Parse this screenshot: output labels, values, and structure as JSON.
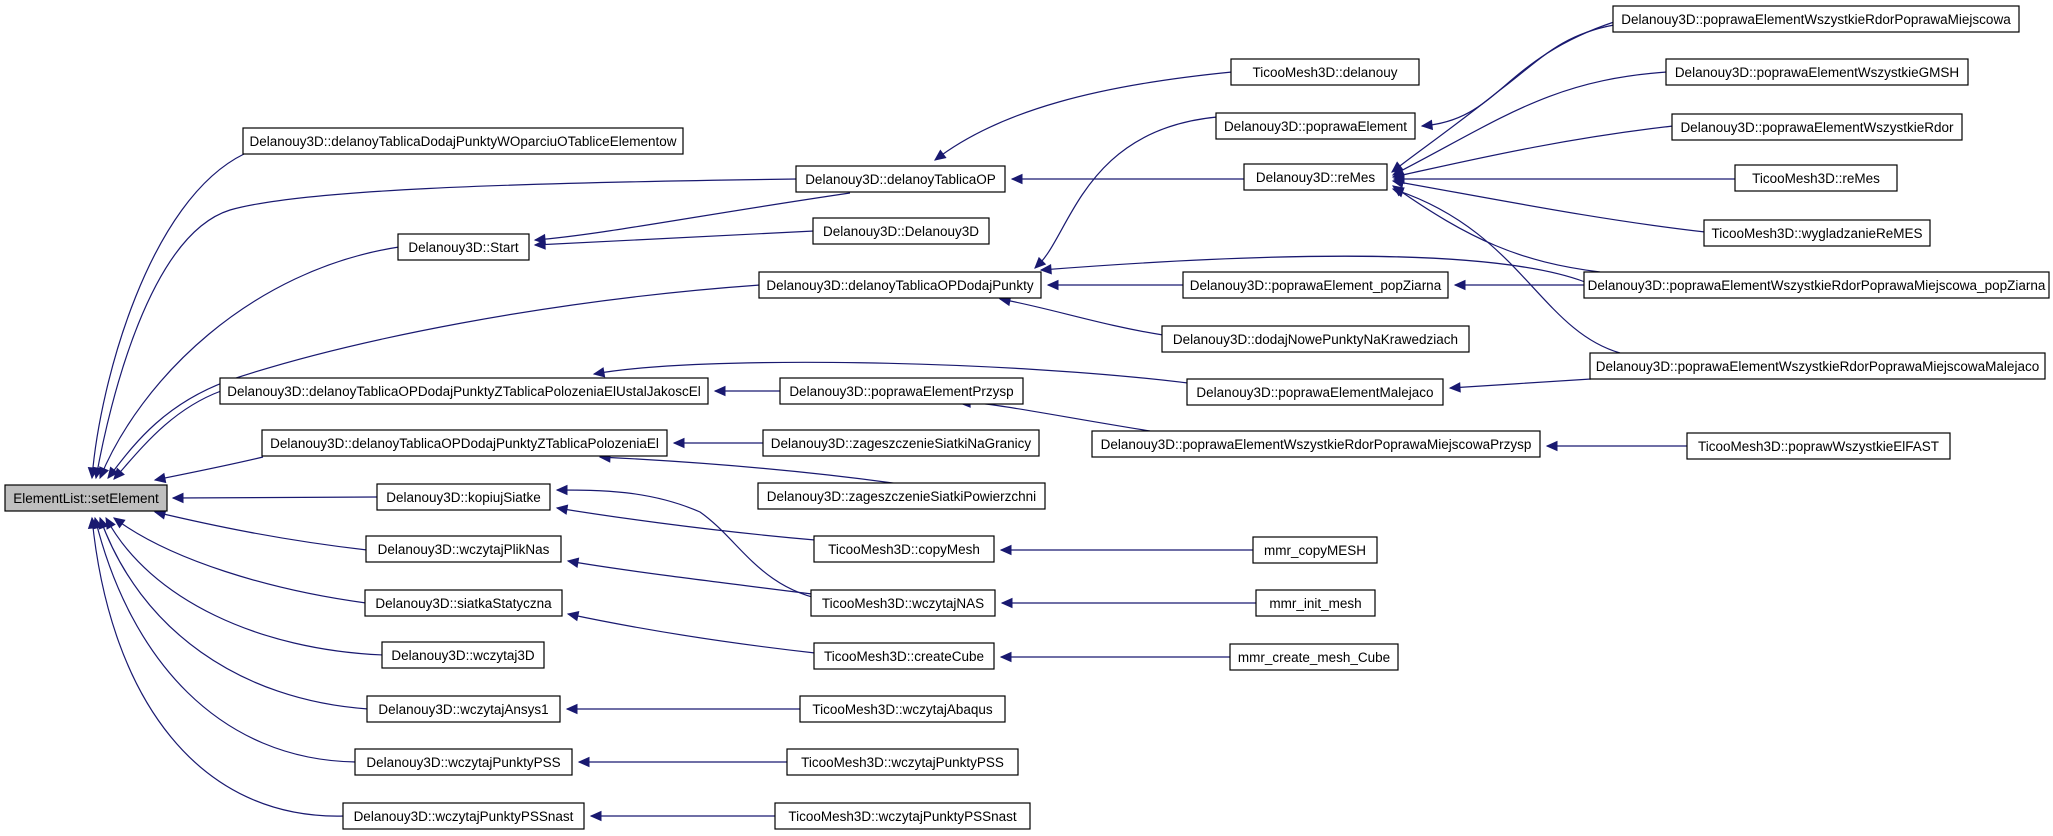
{
  "diagram": {
    "type": "call-graph",
    "edge_color": "#191970",
    "root_fill": "#bfbfbf",
    "nodes": [
      {
        "id": "root",
        "label": "ElementList::setElement",
        "root": true
      },
      {
        "id": "n_dtdodajOparciu",
        "label": "Delanouy3D::delanoyTablicaDodajPunktyWOparciuOTabliceElementow"
      },
      {
        "id": "n_dtop",
        "label": "Delanouy3D::delanoyTablicaOP"
      },
      {
        "id": "n_start",
        "label": "Delanouy3D::Start"
      },
      {
        "id": "n_dtopdodaj",
        "label": "Delanouy3D::delanoyTablicaOPDodajPunkty"
      },
      {
        "id": "n_dtopjakosc",
        "label": "Delanouy3D::delanoyTablicaOPDodajPunktyZTablicaPolozeniaElUstalJakoscEl"
      },
      {
        "id": "n_dtoppol",
        "label": "Delanouy3D::delanoyTablicaOPDodajPunktyZTablicaPolozeniaEl"
      },
      {
        "id": "n_kopiuj",
        "label": "Delanouy3D::kopiujSiatke"
      },
      {
        "id": "n_wplik",
        "label": "Delanouy3D::wczytajPlikNas"
      },
      {
        "id": "n_statyczna",
        "label": "Delanouy3D::siatkaStatyczna"
      },
      {
        "id": "n_w3d",
        "label": "Delanouy3D::wczytaj3D"
      },
      {
        "id": "n_ansys",
        "label": "Delanouy3D::wczytajAnsys1"
      },
      {
        "id": "n_wpss",
        "label": "Delanouy3D::wczytajPunktyPSS"
      },
      {
        "id": "n_wpssnast",
        "label": "Delanouy3D::wczytajPunktyPSSnast"
      },
      {
        "id": "n_tdelanouy",
        "label": "TicooMesh3D::delanouy"
      },
      {
        "id": "n_popel",
        "label": "Delanouy3D::poprawaElement"
      },
      {
        "id": "n_remes",
        "label": "Delanouy3D::reMes"
      },
      {
        "id": "n_dctor",
        "label": "Delanouy3D::Delanouy3D"
      },
      {
        "id": "n_popziarna",
        "label": "Delanouy3D::poprawaElement_popZiarna"
      },
      {
        "id": "n_dodajkraw",
        "label": "Delanouy3D::dodajNowePunktyNaKrawedziach"
      },
      {
        "id": "n_popprzysp",
        "label": "Delanouy3D::poprawaElementPrzysp"
      },
      {
        "id": "n_popmalejaco",
        "label": "Delanouy3D::poprawaElementMalejaco"
      },
      {
        "id": "n_popwszprzysp",
        "label": "Delanouy3D::poprawaElementWszystkieRdorPoprawaMiejscowaPrzysp"
      },
      {
        "id": "n_zagranicy",
        "label": "Delanouy3D::zageszczenieSiatkiNaGranicy"
      },
      {
        "id": "n_zagpow",
        "label": "Delanouy3D::zageszczenieSiatkiPowierzchni"
      },
      {
        "id": "n_copymesh",
        "label": "TicooMesh3D::copyMesh"
      },
      {
        "id": "n_wnas",
        "label": "TicooMesh3D::wczytajNAS"
      },
      {
        "id": "n_cube",
        "label": "TicooMesh3D::createCube"
      },
      {
        "id": "n_abaqus",
        "label": "TicooMesh3D::wczytajAbaqus"
      },
      {
        "id": "n_tpss",
        "label": "TicooMesh3D::wczytajPunktyPSS"
      },
      {
        "id": "n_tpssnast",
        "label": "TicooMesh3D::wczytajPunktyPSSnast"
      },
      {
        "id": "n_pwmiejscowa",
        "label": "Delanouy3D::poprawaElementWszystkieRdorPoprawaMiejscowa"
      },
      {
        "id": "n_pwgmsh",
        "label": "Delanouy3D::poprawaElementWszystkieGMSH"
      },
      {
        "id": "n_pwrdor",
        "label": "Delanouy3D::poprawaElementWszystkieRdor"
      },
      {
        "id": "n_tremes",
        "label": "TicooMesh3D::reMes"
      },
      {
        "id": "n_wygladz",
        "label": "TicooMesh3D::wygladzanieReMES"
      },
      {
        "id": "n_pwziarna",
        "label": "Delanouy3D::poprawaElementWszystkieRdorPoprawaMiejscowa_popZiarna"
      },
      {
        "id": "n_pwmalejaco",
        "label": "Delanouy3D::poprawaElementWszystkieRdorPoprawaMiejscowaMalejaco"
      },
      {
        "id": "n_pfast",
        "label": "TicooMesh3D::poprawWszystkieElFAST"
      },
      {
        "id": "n_mcopy",
        "label": "mmr_copyMESH"
      },
      {
        "id": "n_minit",
        "label": "mmr_init_mesh"
      },
      {
        "id": "n_mcube",
        "label": "mmr_create_mesh_Cube"
      }
    ],
    "edges": [
      {
        "from": "n_dtdodajOparciu",
        "to": "root"
      },
      {
        "from": "n_dtop",
        "to": "root"
      },
      {
        "from": "n_start",
        "to": "root"
      },
      {
        "from": "n_dtopdodaj",
        "to": "root"
      },
      {
        "from": "n_dtopjakosc",
        "to": "root"
      },
      {
        "from": "n_dtoppol",
        "to": "root"
      },
      {
        "from": "n_kopiuj",
        "to": "root"
      },
      {
        "from": "n_wplik",
        "to": "root"
      },
      {
        "from": "n_statyczna",
        "to": "root"
      },
      {
        "from": "n_w3d",
        "to": "root"
      },
      {
        "from": "n_ansys",
        "to": "root"
      },
      {
        "from": "n_wpss",
        "to": "root"
      },
      {
        "from": "n_wpssnast",
        "to": "root"
      },
      {
        "from": "n_tdelanouy",
        "to": "n_dtop"
      },
      {
        "from": "n_remes",
        "to": "n_dtop"
      },
      {
        "from": "n_dtop",
        "to": "n_start"
      },
      {
        "from": "n_dctor",
        "to": "n_start"
      },
      {
        "from": "n_popel",
        "to": "n_dtopdodaj"
      },
      {
        "from": "n_pwziarna",
        "to": "n_dtopdodaj"
      },
      {
        "from": "n_popziarna",
        "to": "n_dtopdodaj"
      },
      {
        "from": "n_dodajkraw",
        "to": "n_dtopdodaj"
      },
      {
        "from": "n_popprzysp",
        "to": "n_dtopjakosc"
      },
      {
        "from": "n_popmalejaco",
        "to": "n_dtopjakosc"
      },
      {
        "from": "n_zagranicy",
        "to": "n_dtoppol"
      },
      {
        "from": "n_zagpow",
        "to": "n_dtoppol"
      },
      {
        "from": "n_copymesh",
        "to": "n_kopiuj"
      },
      {
        "from": "n_wnas",
        "to": "n_kopiuj"
      },
      {
        "from": "n_wnas",
        "to": "n_wplik"
      },
      {
        "from": "n_cube",
        "to": "n_statyczna"
      },
      {
        "from": "n_abaqus",
        "to": "n_ansys"
      },
      {
        "from": "n_tpss",
        "to": "n_wpss"
      },
      {
        "from": "n_tpssnast",
        "to": "n_wpssnast"
      },
      {
        "from": "n_pwmiejscowa",
        "to": "n_popel"
      },
      {
        "from": "n_pwmiejscowa",
        "to": "n_remes"
      },
      {
        "from": "n_pwgmsh",
        "to": "n_remes"
      },
      {
        "from": "n_pwrdor",
        "to": "n_remes"
      },
      {
        "from": "n_tremes",
        "to": "n_remes"
      },
      {
        "from": "n_wygladz",
        "to": "n_remes"
      },
      {
        "from": "n_pwziarna",
        "to": "n_remes"
      },
      {
        "from": "n_pwmalejaco",
        "to": "n_remes"
      },
      {
        "from": "n_pwziarna",
        "to": "n_popziarna"
      },
      {
        "from": "n_pwmalejaco",
        "to": "n_popmalejaco"
      },
      {
        "from": "n_popwszprysp_placeholder",
        "to": "none"
      },
      {
        "from": "n_pfast",
        "to": "n_popwszprzysp"
      },
      {
        "from": "n_mcopy",
        "to": "n_copymesh"
      },
      {
        "from": "n_minit",
        "to": "n_wnas"
      },
      {
        "from": "n_mcube",
        "to": "n_cube"
      }
    ]
  }
}
